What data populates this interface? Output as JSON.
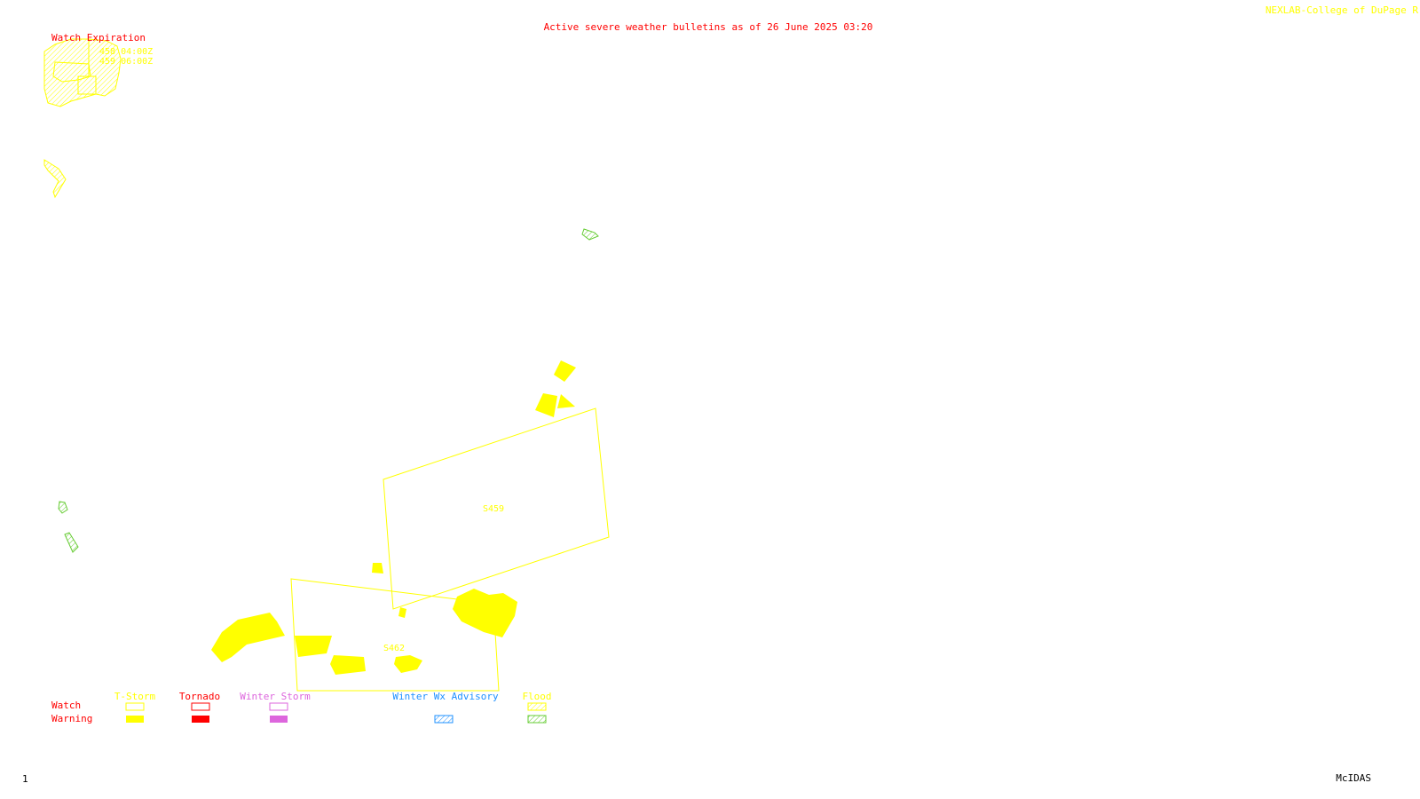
{
  "header": {
    "title": "Active severe weather bulletins as of 26 June 2025 03:20",
    "source": "NEXLAB-College of DuPage R"
  },
  "watch_expiration": {
    "label": "Watch Expiration",
    "entries": [
      "458 04:00Z",
      "459 06:00Z"
    ]
  },
  "watches": [
    {
      "id": "S459",
      "label": "S459"
    },
    {
      "id": "S462",
      "label": "S462"
    }
  ],
  "legend": {
    "row_labels": {
      "watch": "Watch",
      "warning": "Warning"
    },
    "categories": [
      {
        "name": "T-Storm",
        "color": "#ffff00",
        "watch": "outline",
        "warning": "fill"
      },
      {
        "name": "Tornado",
        "color": "#ff0000",
        "watch": "outline",
        "warning": "fill"
      },
      {
        "name": "Winter Storm",
        "color": "#dd66dd",
        "watch": "outline",
        "warning": "fill"
      },
      {
        "name": "Winter Wx Advisory",
        "color": "#1e90ff",
        "watch": "none",
        "warning": "hatch"
      },
      {
        "name": "Flood",
        "color": "#66cc33",
        "watch_color": "#ffff00",
        "watch": "hatch",
        "warning": "hatch"
      }
    ]
  },
  "footer": {
    "frame": "1",
    "software": "McIDAS"
  },
  "colors": {
    "background": "#ffffff",
    "title": "#ff0000",
    "tstorm": "#ffff00",
    "tornado": "#ff0000",
    "winter_storm": "#dd66dd",
    "winter_advisory": "#1e90ff",
    "flood": "#66cc33"
  }
}
